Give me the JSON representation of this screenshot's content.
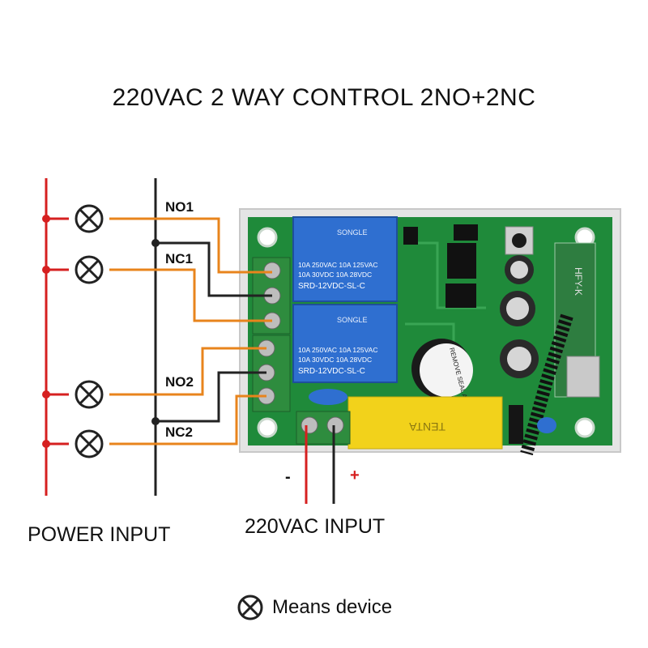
{
  "title": "220VAC 2 WAY CONTROL 2NO+2NC",
  "channels": {
    "no1": "NO1",
    "nc1": "NC1",
    "no2": "NO2",
    "nc2": "NC2"
  },
  "power_input_label": "POWER INPUT",
  "ac_input_label": "220VAC INPUT",
  "minus_sign": "-",
  "plus_sign": "+",
  "legend": {
    "text": "Means device",
    "icon": "device-cross-circle-icon"
  },
  "board": {
    "relay_brand": "SONGLE",
    "relay_rating_1": "10A 250VAC  10A 125VAC",
    "relay_rating_2": "10A 30VDC   10A 28VDC",
    "relay_model": "SRD-12VDC-SL-C",
    "capacitor_text": "TENTA",
    "buzzer_text": "REMOVE SEAL AFTER WASHING",
    "board_text": "HFY-K"
  },
  "colors": {
    "power_line": "#d62020",
    "neutral_line": "#222222",
    "wire_orange": "#e8841c",
    "board_green": "#1f8a3a",
    "relay_blue": "#2f6fd0",
    "terminal_green": "#2e8c3e",
    "capacitor_yellow": "#f2d21b"
  }
}
